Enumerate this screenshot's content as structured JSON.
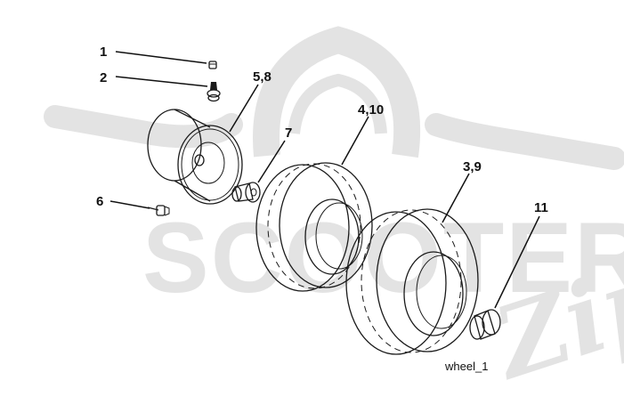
{
  "watermark": {
    "text": "SCOOTER",
    "signature": "Zip",
    "color": "#e3e3e3"
  },
  "callouts": [
    {
      "id": "1",
      "label": "1"
    },
    {
      "id": "2",
      "label": "2"
    },
    {
      "id": "5-8",
      "label": "5,8"
    },
    {
      "id": "4-10",
      "label": "4,10"
    },
    {
      "id": "7",
      "label": "7"
    },
    {
      "id": "3-9",
      "label": "3,9"
    },
    {
      "id": "6",
      "label": "6"
    },
    {
      "id": "11",
      "label": "11"
    }
  ],
  "caption": "wheel_1",
  "icons": [
    "valve-cap-icon",
    "valve-stem-icon",
    "wheel-rim-icon",
    "bushing-icon",
    "tire-icon",
    "inner-tube-icon",
    "bolt-icon",
    "hub-cap-icon"
  ]
}
